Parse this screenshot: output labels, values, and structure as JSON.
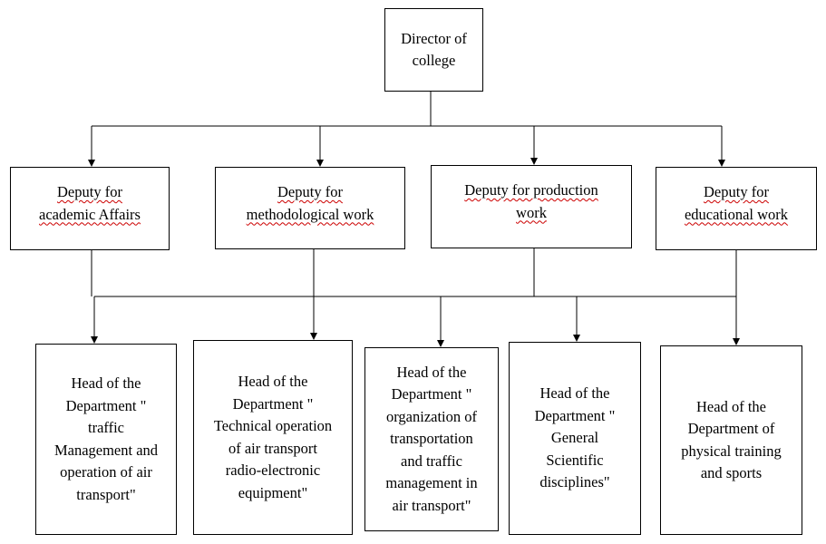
{
  "director": {
    "lines": [
      "Director of",
      "college"
    ]
  },
  "deputies": [
    {
      "lines": [
        "Deputy for",
        "academic Affairs"
      ]
    },
    {
      "lines": [
        "Deputy for",
        "methodological work"
      ]
    },
    {
      "lines": [
        "Deputy for production",
        "work"
      ]
    },
    {
      "lines": [
        "Deputy for",
        "educational work"
      ]
    }
  ],
  "heads": [
    {
      "lines": [
        "Head of the",
        "Department \"",
        "traffic",
        "Management and",
        "operation of air",
        "transport\""
      ]
    },
    {
      "lines": [
        "Head of the",
        "Department \"",
        "Technical operation",
        "of air transport",
        "radio-electronic",
        "equipment\""
      ]
    },
    {
      "lines": [
        "Head of the",
        "Department \"",
        "organization of",
        "transportation",
        "and traffic",
        "management in",
        "air transport\""
      ]
    },
    {
      "lines": [
        "Head of the",
        "Department \"",
        "General",
        "Scientific",
        "disciplines\""
      ]
    },
    {
      "lines": [
        "Head of the",
        "Department of",
        "physical training",
        "and sports"
      ]
    }
  ]
}
